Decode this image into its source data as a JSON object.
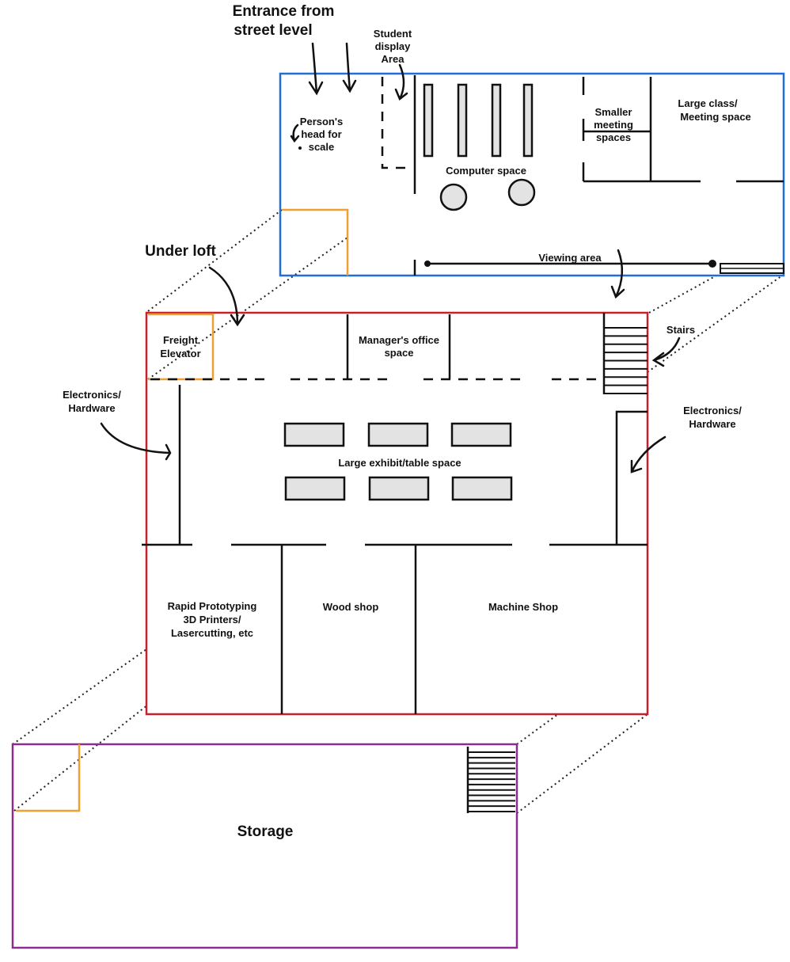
{
  "colors": {
    "top_floor": "#1f6fd6",
    "main_floor": "#c8202a",
    "basement": "#8a2d8f",
    "elevator": "#f0a030",
    "furniture": "#e3e3e3"
  },
  "top_floor": {
    "entrance": [
      "Entrance from",
      "street level"
    ],
    "student_display": [
      "Student",
      "display",
      "Area"
    ],
    "person_scale": [
      "Person's",
      "head for",
      "scale"
    ],
    "computer_space": "Computer space",
    "smaller_meeting": [
      "Smaller",
      "meeting",
      "spaces"
    ],
    "large_class": [
      "Large class/",
      "Meeting space"
    ],
    "viewing_area": "Viewing area"
  },
  "main_floor": {
    "under_loft": "Under loft",
    "freight_elevator": [
      "Freight",
      "Elevator"
    ],
    "manager_office": [
      "Manager's office",
      "space"
    ],
    "stairs": "Stairs",
    "electronics_left": [
      "Electronics/",
      "Hardware"
    ],
    "electronics_right": [
      "Electronics/",
      "Hardware"
    ],
    "exhibit": "Large exhibit/table space",
    "rapid_prototyping": [
      "Rapid Prototyping",
      "3D Printers/",
      "Lasercutting, etc"
    ],
    "wood_shop": "Wood shop",
    "machine_shop": "Machine Shop"
  },
  "basement": {
    "storage": "Storage"
  }
}
